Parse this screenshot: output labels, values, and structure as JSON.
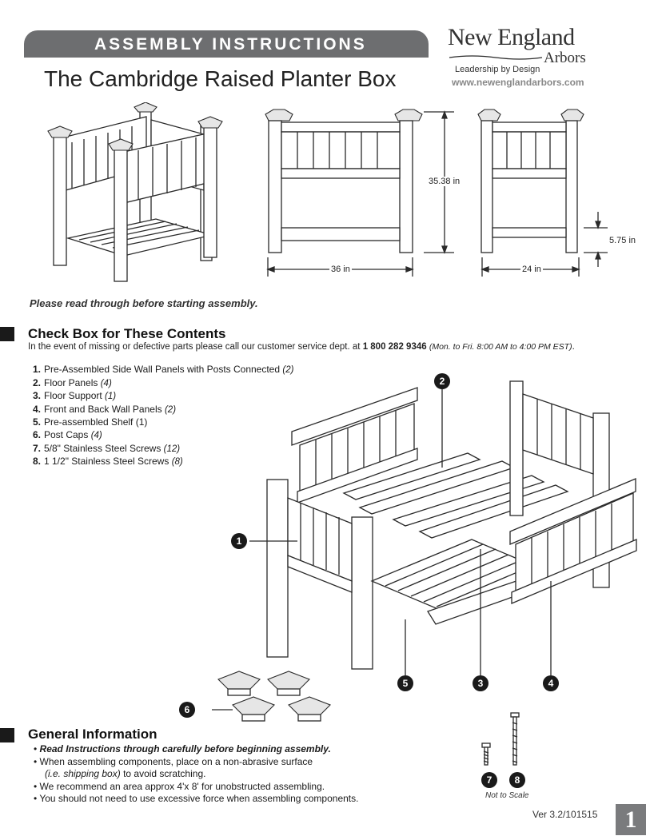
{
  "header": {
    "banner": "ASSEMBLY INSTRUCTIONS",
    "title": "The Cambridge Raised Planter Box"
  },
  "brand": {
    "name": "New England",
    "name_sub": "Arbors",
    "tagline": "Leadership by Design",
    "website": "www.newenglandarbors.com"
  },
  "dimensions": {
    "height": "35.38 in",
    "width": "36 in",
    "depth": "24 in",
    "shelf_height": "5.75 in"
  },
  "notice": "Please read through before starting assembly.",
  "contents": {
    "heading": "Check Box for These Contents",
    "note_prefix": "In the event of missing or defective parts please call our customer service dept. at",
    "phone": "1 800 282 9346",
    "hours": "(Mon. to Fri. 8:00 AM to 4:00 PM EST)",
    "note_suffix": ".",
    "items": [
      {
        "num": "1.",
        "text": "Pre-Assembled Side Wall Panels with Posts Connected",
        "qty": "(2)"
      },
      {
        "num": "2.",
        "text": "Floor Panels",
        "qty": "(4)"
      },
      {
        "num": "3.",
        "text": "Floor Support",
        "qty": "(1)"
      },
      {
        "num": "4.",
        "text": "Front and Back Wall Panels",
        "qty": "(2)"
      },
      {
        "num": "5.",
        "text": "Pre-assembled Shelf",
        "qty": "(1)"
      },
      {
        "num": "6.",
        "text": "Post Caps",
        "qty": "(4)"
      },
      {
        "num": "7.",
        "text": "5/8\" Stainless Steel Screws",
        "qty": "(12)"
      },
      {
        "num": "8.",
        "text": "1 1/2\" Stainless Steel Screws",
        "qty": "(8)"
      }
    ]
  },
  "callouts": [
    "1",
    "2",
    "3",
    "4",
    "5",
    "6",
    "7",
    "8"
  ],
  "general": {
    "heading": "General Information",
    "line1": "Read Instructions through carefully before beginning assembly.",
    "line2": "When assembling components, place on a non-abrasive surface",
    "line2b": "(i.e. shipping box)",
    "line2c": "to avoid scratching.",
    "line3": "We recommend an area approx 4'x 8' for unobstructed assembling.",
    "line4": "You should not need to use excessive force when assembling components."
  },
  "not_to_scale": "Not to Scale",
  "version": "Ver 3.2/101515",
  "page_number": "1"
}
